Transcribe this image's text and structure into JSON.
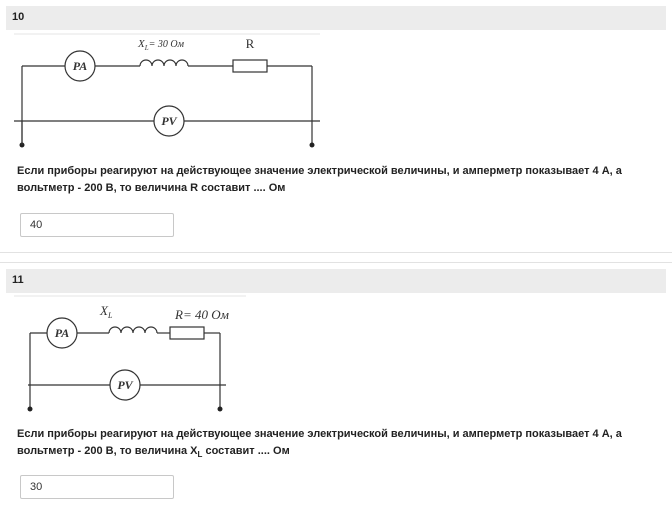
{
  "questions": [
    {
      "number": "10",
      "text": "Если приборы реагируют на действующее значение электрической величины, и амперметр показывает 4 А, а вольтметр - 200 В, то величина R  составит .... Ом",
      "answer_value": "40",
      "circuit": {
        "ammeter": "PA",
        "voltmeter": "PV",
        "inductor_label": "X",
        "inductor_sub": "L",
        "inductor_value": "= 30 Ом",
        "resistor_label": "R"
      }
    },
    {
      "number": "11",
      "text_before": "Если приборы реагируют на действующее значение электрической величины, и амперметр показывает 4 А, а вольтметр - 200 В, то величина X",
      "text_sub": "L",
      "text_after": "  составит .... Ом",
      "answer_value": "30",
      "circuit": {
        "ammeter": "PA",
        "voltmeter": "PV",
        "inductor_label": "X",
        "inductor_sub": "L",
        "resistor_label": "R= 40 Ом"
      }
    }
  ]
}
